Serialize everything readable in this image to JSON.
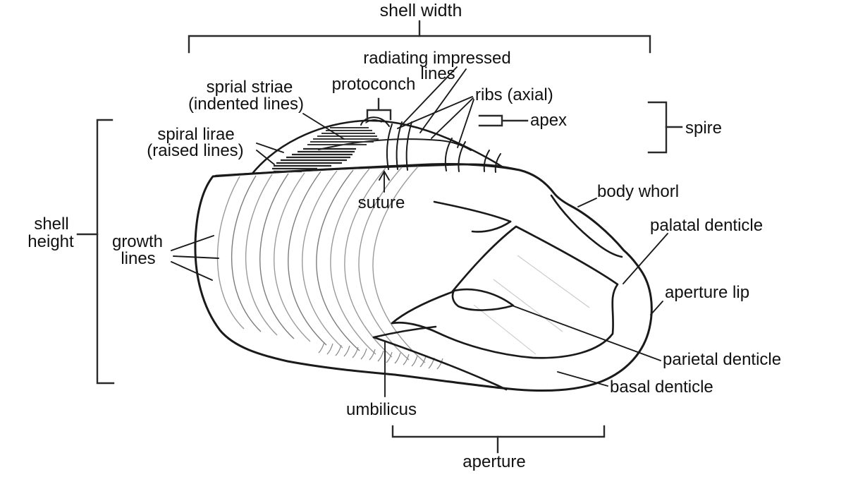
{
  "labels": {
    "shell_width": "shell width",
    "radiating_impressed_lines": {
      "line1": "radiating impressed",
      "line2": "lines"
    },
    "sprial_striae": {
      "line1": "sprial striae",
      "line2": "(indented lines)"
    },
    "protoconch": "protoconch",
    "ribs_axial": "ribs (axial)",
    "apex": "apex",
    "spire": "spire",
    "spiral_lirae": {
      "line1": "spiral lirae",
      "line2": "(raised lines)"
    },
    "suture": "suture",
    "body_whorl": "body whorl",
    "shell_height": {
      "line1": "shell",
      "line2": "height"
    },
    "growth_lines": {
      "line1": "growth",
      "line2": "lines"
    },
    "palatal_denticle": "palatal denticle",
    "aperture_lip": "aperture lip",
    "parietal_denticle": "parietal denticle",
    "basal_denticle": "basal denticle",
    "umbilicus": "umbilicus",
    "aperture": "aperture"
  },
  "colors": {
    "ink": "#1a1a1a",
    "background": "#ffffff",
    "growth_lines": "#9a9a9a",
    "stipple_dots": "#3d3d3d"
  }
}
